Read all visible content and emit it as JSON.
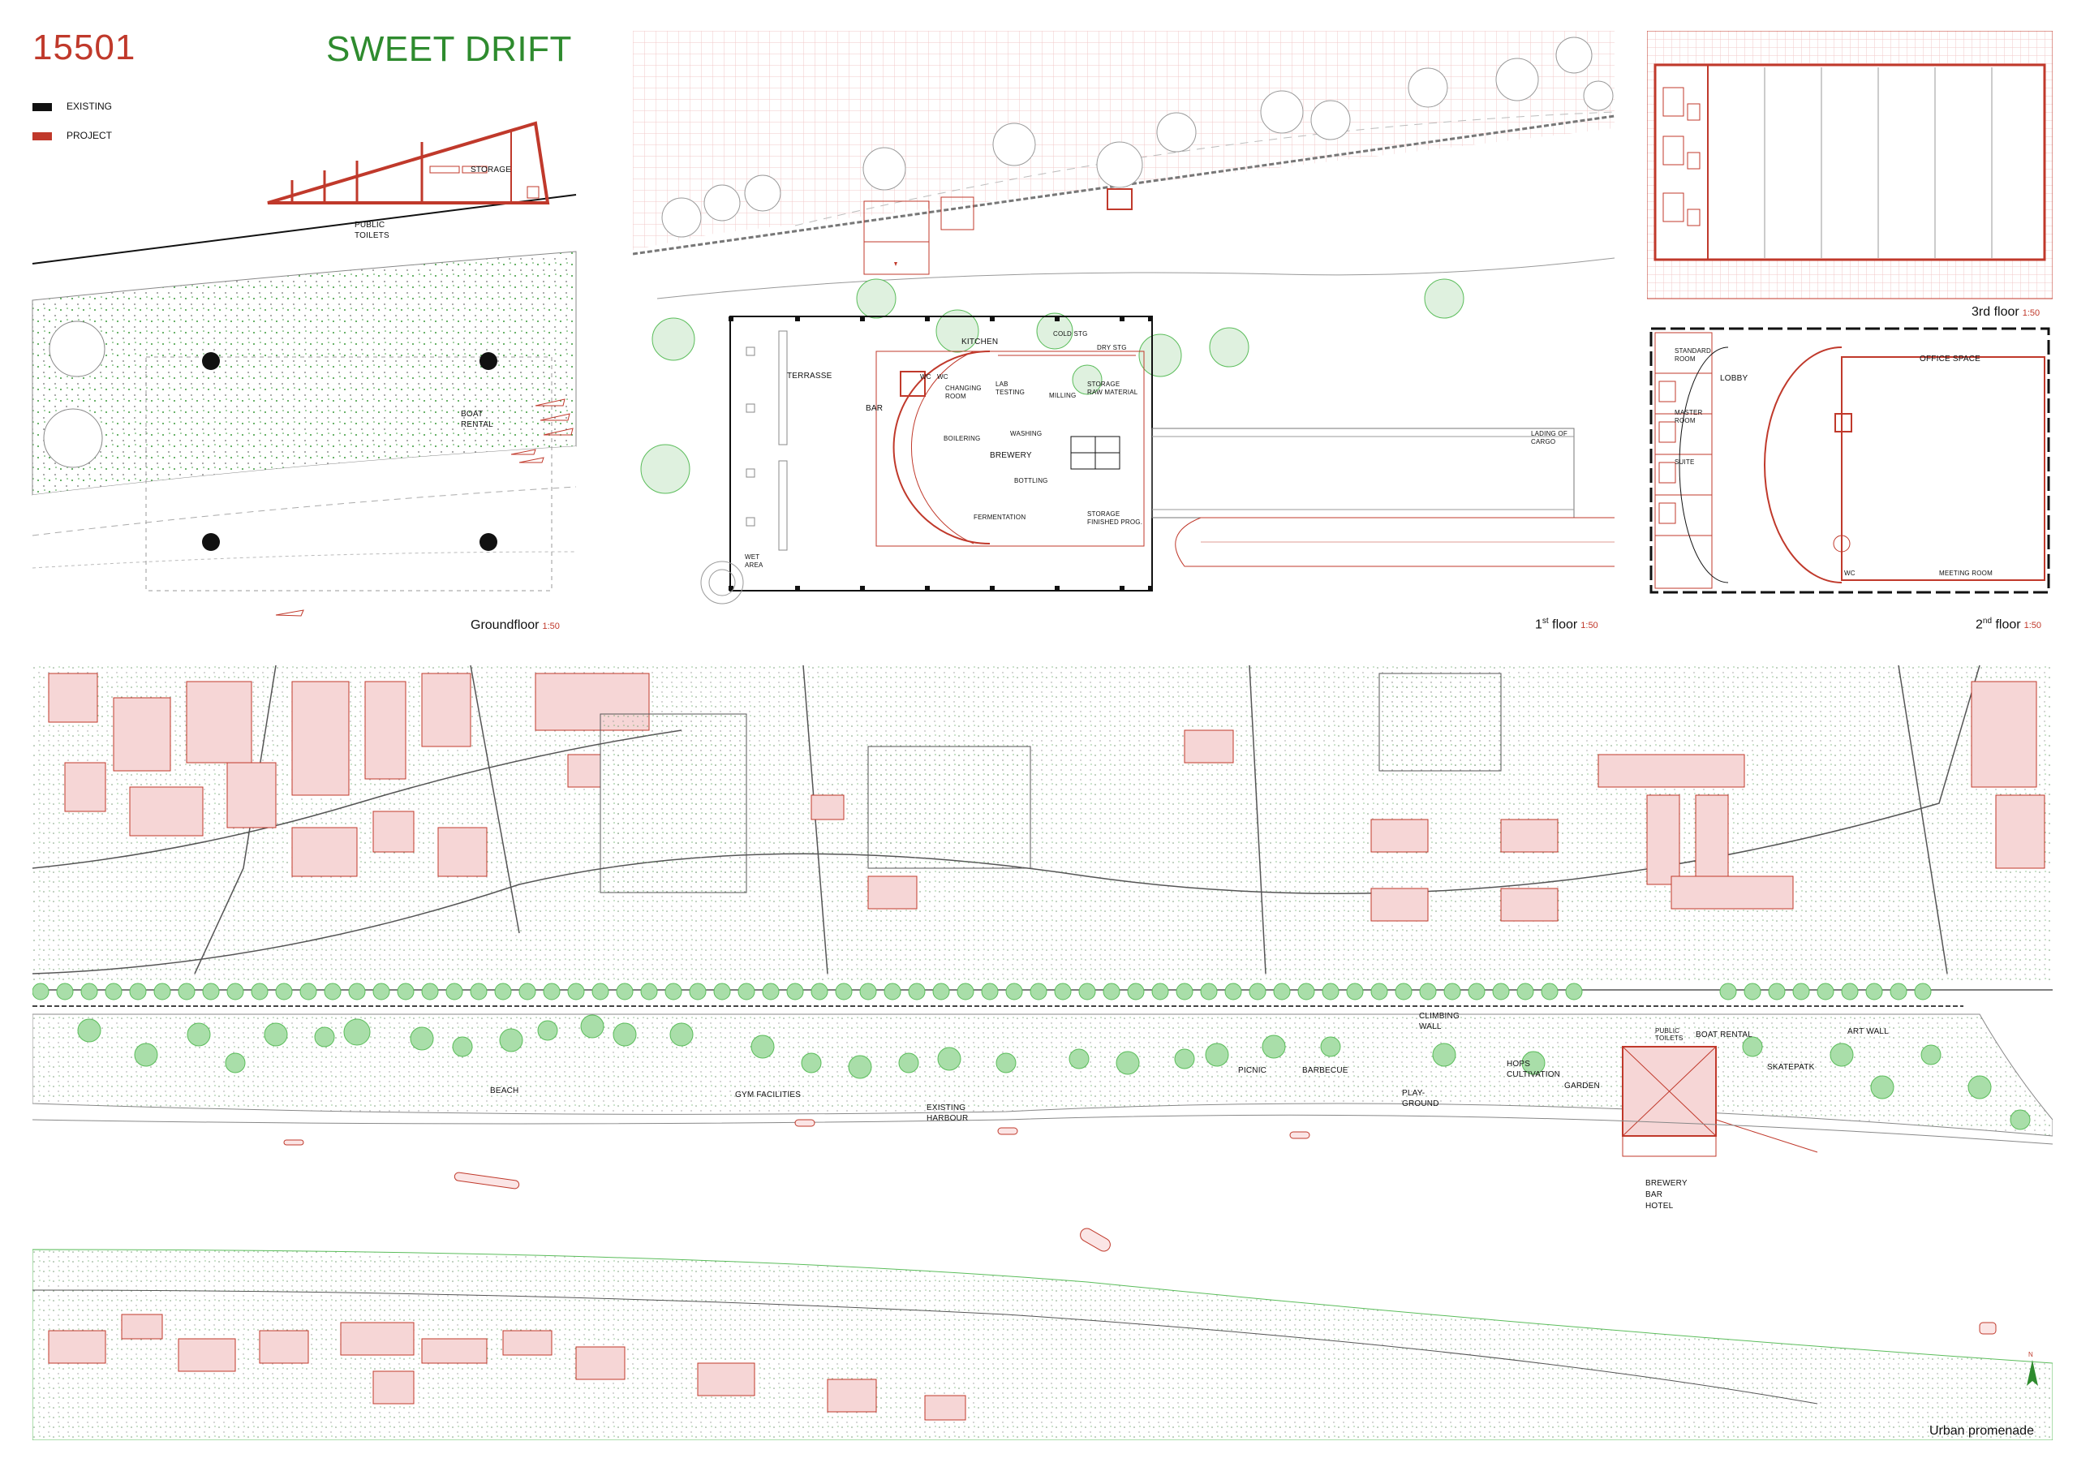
{
  "header": {
    "project_number": "15501",
    "title": "SWEET DRIFT"
  },
  "legend": {
    "items": [
      {
        "label": "EXISTING",
        "color": "#111111"
      },
      {
        "label": "PROJECT",
        "color": "#c0392b"
      }
    ]
  },
  "colors": {
    "project_red": "#c0392b",
    "title_green": "#2e8b2e",
    "existing_black": "#111111",
    "grid_pink": "#f2c9c9",
    "building_pink": "#f6d6d6",
    "tree_green": "#5bbd5b"
  },
  "groundfloor": {
    "caption": "Groundfloor",
    "scale": "1:50",
    "labels": {
      "storage": "STORAGE",
      "public_toilets_1": "PUBLIC",
      "public_toilets_2": "TOILETS",
      "boat_rental_1": "BOAT",
      "boat_rental_2": "RENTAL"
    }
  },
  "first_floor": {
    "caption_prefix": "1",
    "caption_sup": "st",
    "caption_suffix": " floor",
    "scale": "1:50",
    "labels": {
      "kitchen": "KITCHEN",
      "cold_stg": "COLD STG",
      "dry_stg": "DRY STG",
      "terrasse": "TERRASSE",
      "wc1": "WC",
      "wc2": "WC",
      "changing_room_1": "CHANGING",
      "changing_room_2": "ROOM",
      "lab_1": "LAB",
      "lab_2": "TESTING",
      "milling": "MILLING",
      "storage_raw_1": "STORAGE",
      "storage_raw_2": "RAW MATERIAL",
      "bar": "BAR",
      "washing": "WASHING",
      "boilering": "BOILERING",
      "brewery": "BREWERY",
      "bottling": "BOTTLING",
      "fermentation": "FERMENTATION",
      "storage_fin_1": "STORAGE",
      "storage_fin_2": "FINISHED PROG.",
      "wet_area_1": "WET",
      "wet_area_2": "AREA",
      "lading_1": "LADING OF",
      "lading_2": "CARGO"
    }
  },
  "third_floor": {
    "caption": "3rd floor",
    "scale": "1:50"
  },
  "second_floor": {
    "caption_prefix": "2",
    "caption_sup": "nd",
    "caption_suffix": " floor",
    "scale": "1:50",
    "labels": {
      "standard_room_1": "STANDARD",
      "standard_room_2": "ROOM",
      "lobby": "LOBBY",
      "office_space": "OFFICE SPACE",
      "master_room_1": "MASTER",
      "master_room_2": "ROOM",
      "suite": "SUITE",
      "wc": "WC",
      "meeting_room": "MEETING ROOM"
    }
  },
  "site_plan": {
    "caption": "Urban promenade",
    "labels": {
      "beach": "BEACH",
      "gym_facilities": "GYM FACILITIES",
      "existing_harbour_1": "EXISTING",
      "existing_harbour_2": "HARBOUR",
      "picnic": "PICNIC",
      "barbecue": "BARBECUE",
      "playground_1": "PLAY-",
      "playground_2": "GROUND",
      "climbing_wall_1": "CLIMBING",
      "climbing_wall_2": "WALL",
      "hops_1": "HOPS",
      "hops_2": "CULTIVATION",
      "garden": "GARDEN",
      "public_toilets_1": "PUBLIC",
      "public_toilets_2": "TOILETS",
      "boat_rental": "BOAT RENTAL",
      "art_wall": "ART WALL",
      "skatepark": "SKATEPATK",
      "brewery": "BREWERY",
      "bar": "BAR",
      "hotel": "HOTEL",
      "north": "N"
    }
  }
}
